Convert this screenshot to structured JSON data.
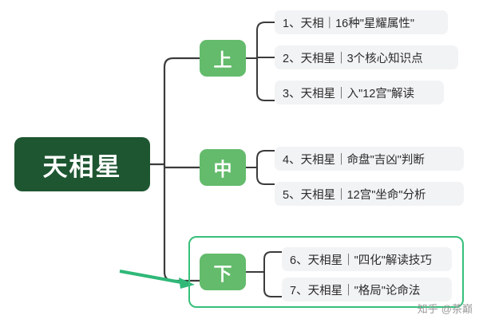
{
  "diagram": {
    "type": "mindmap",
    "root": {
      "label": "天相星"
    },
    "branches": [
      {
        "label": "上",
        "highlighted": false,
        "items": [
          {
            "label": "1、天相｜16种\"星耀属性\""
          },
          {
            "label": "2、天相星｜3个核心知识点"
          },
          {
            "label": "3、天相星｜入\"12宫\"解读"
          }
        ]
      },
      {
        "label": "中",
        "highlighted": false,
        "items": [
          {
            "label": "4、天相星｜命盘\"吉凶\"判断"
          },
          {
            "label": "5、天相星｜12宫\"坐命\"分析"
          }
        ]
      },
      {
        "label": "下",
        "highlighted": true,
        "items": [
          {
            "label": "6、天相星｜\"四化\"解读技巧"
          },
          {
            "label": "7、天相星｜\"格局\"论命法"
          }
        ]
      }
    ]
  },
  "colors": {
    "root_bg": "#1e5631",
    "branch_bg": "#63bb6b",
    "leaf_bg": "#f2f3f5",
    "highlight": "#36c07a",
    "arrow": "#2fb878",
    "connector": "#3b3b3b",
    "text_dark": "#2b2b2b",
    "text_light": "#ffffff"
  },
  "watermark": {
    "prefix": "知乎",
    "text": "@茶巅"
  }
}
